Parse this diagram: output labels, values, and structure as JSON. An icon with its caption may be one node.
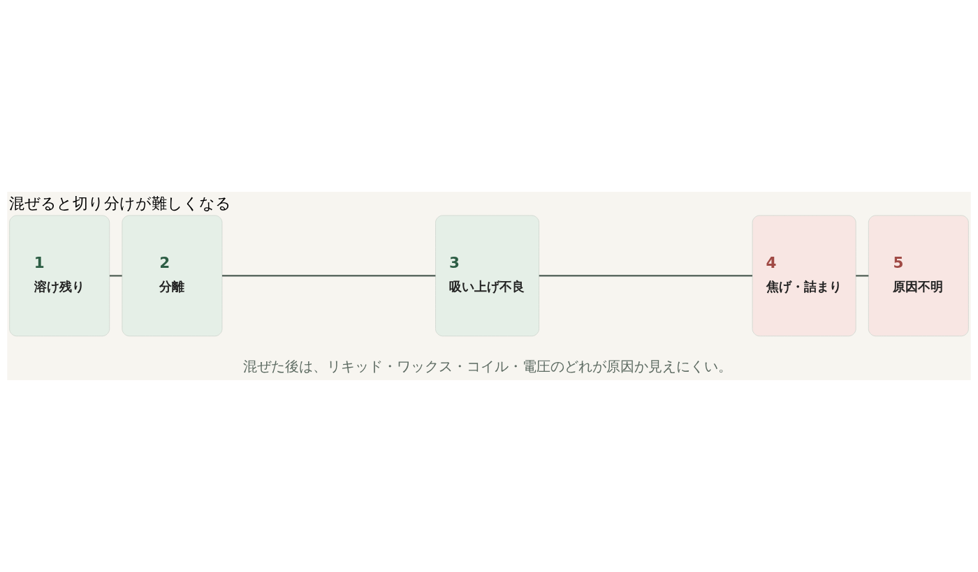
{
  "diagram": {
    "title": "混ぜると切り分けが難しくなる",
    "nodes": [
      {
        "text": [
          "1",
          "溶け残り"
        ]
      },
      {
        "text": [
          "2",
          "分離"
        ]
      },
      {
        "text": [
          "3",
          "吸い上げ不良"
        ]
      },
      {
        "text": [
          "4",
          "焦げ・詰まり"
        ]
      },
      {
        "text": [
          "5",
          "原因不明"
        ]
      }
    ],
    "edges": [
      {
        "from": 0,
        "to": 1,
        "arrow": "none"
      },
      {
        "from": 1,
        "to": 2,
        "arrow": "none"
      },
      {
        "from": 2,
        "to": 3,
        "arrow": "none"
      },
      {
        "from": 3,
        "to": 4,
        "arrow": "none"
      }
    ],
    "caption": "混ぜた後は、リキッド・ワックス・コイル・電圧のどれが原因か見えにくい。"
  }
}
